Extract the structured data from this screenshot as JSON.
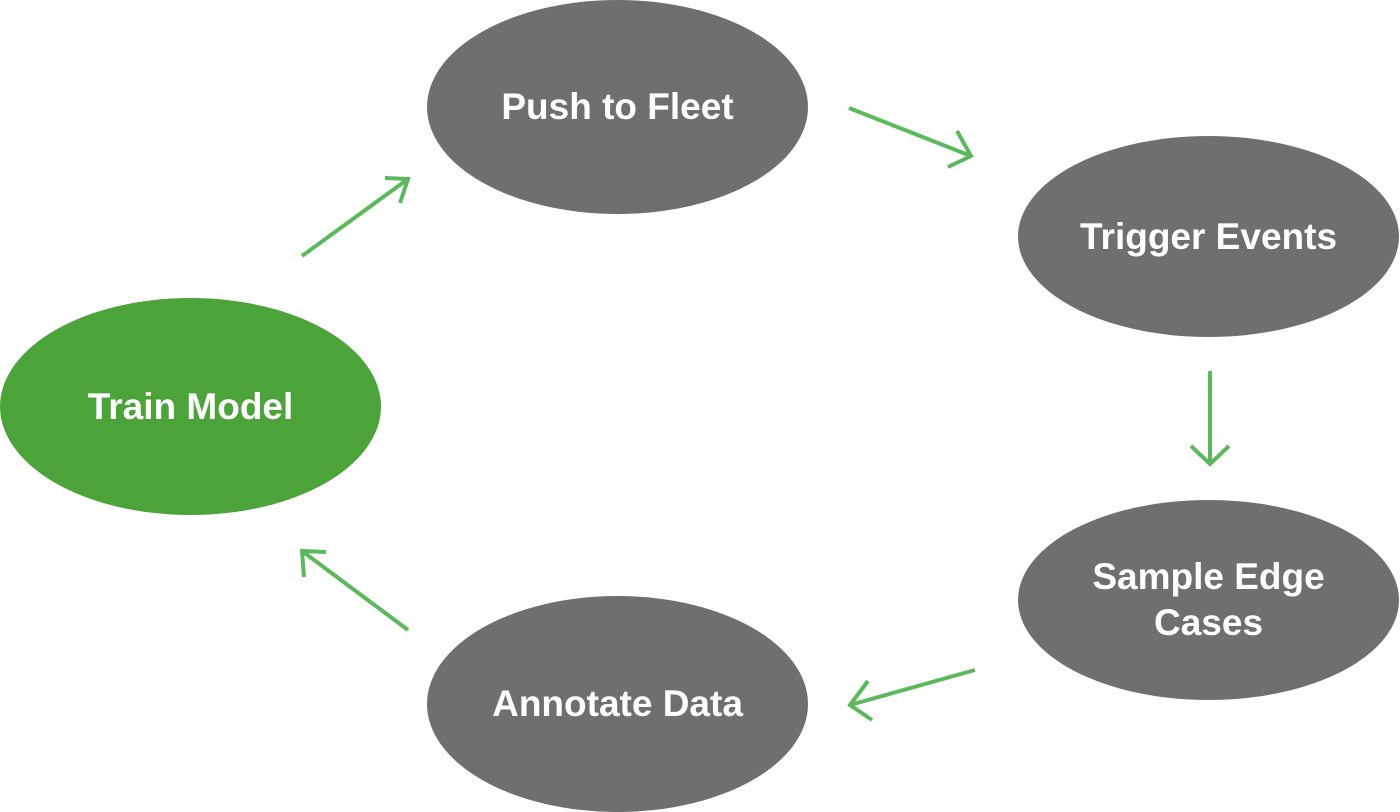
{
  "colors": {
    "node_gray": "#6f6f6f",
    "node_green": "#4ba33a",
    "arrow_green": "#5cb85c",
    "label_text": "#ffffff",
    "background": "#ffffff"
  },
  "nodes": {
    "push_to_fleet": {
      "label": "Push to Fleet",
      "fill": "#6f6f6f"
    },
    "trigger_events": {
      "label": "Trigger Events",
      "fill": "#6f6f6f"
    },
    "train_model": {
      "label": "Train Model",
      "fill": "#4ba33a"
    },
    "sample_edge_cases": {
      "label": "Sample Edge Cases",
      "fill": "#6f6f6f"
    },
    "annotate_data": {
      "label": "Annotate Data",
      "fill": "#6f6f6f"
    }
  },
  "edges": [
    {
      "from": "train_model",
      "to": "push_to_fleet"
    },
    {
      "from": "push_to_fleet",
      "to": "trigger_events"
    },
    {
      "from": "trigger_events",
      "to": "sample_edge_cases"
    },
    {
      "from": "sample_edge_cases",
      "to": "annotate_data"
    },
    {
      "from": "annotate_data",
      "to": "train_model"
    }
  ]
}
